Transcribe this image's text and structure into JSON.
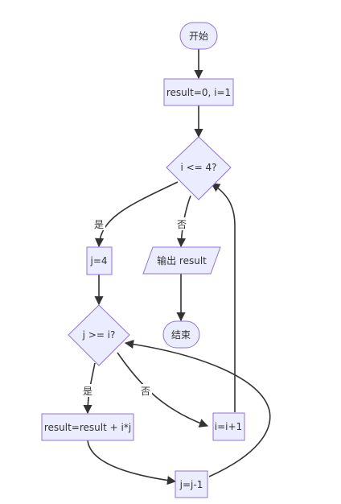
{
  "nodes": {
    "start": "开始",
    "init": "result=0, i=1",
    "cond_i": "i <= 4?",
    "j_init": "j=4",
    "output": "输出 result",
    "end": "结束",
    "cond_j": "j >= i?",
    "accumulate": "result=result + i*j",
    "inc_i": "i=i+1",
    "dec_j": "j=j-1"
  },
  "edges": {
    "cond_i_yes": "是",
    "cond_i_no": "否",
    "cond_j_yes": "是",
    "cond_j_no": "否"
  },
  "colors": {
    "node_fill": "#ECECFF",
    "node_stroke": "#9370DB",
    "edge": "#333333"
  }
}
